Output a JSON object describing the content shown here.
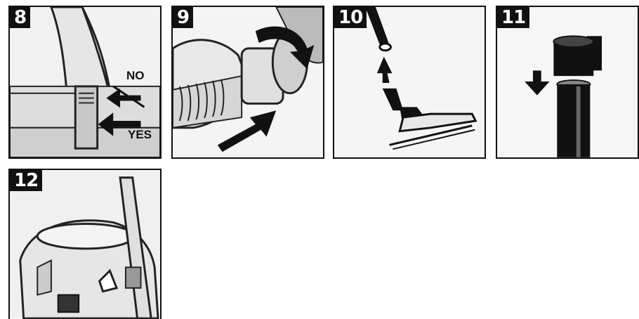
{
  "steps": [
    {
      "number": "8",
      "labels": {
        "no": "NO",
        "yes": "YES"
      }
    },
    {
      "number": "9"
    },
    {
      "number": "10"
    },
    {
      "number": "11"
    },
    {
      "number": "12"
    }
  ]
}
